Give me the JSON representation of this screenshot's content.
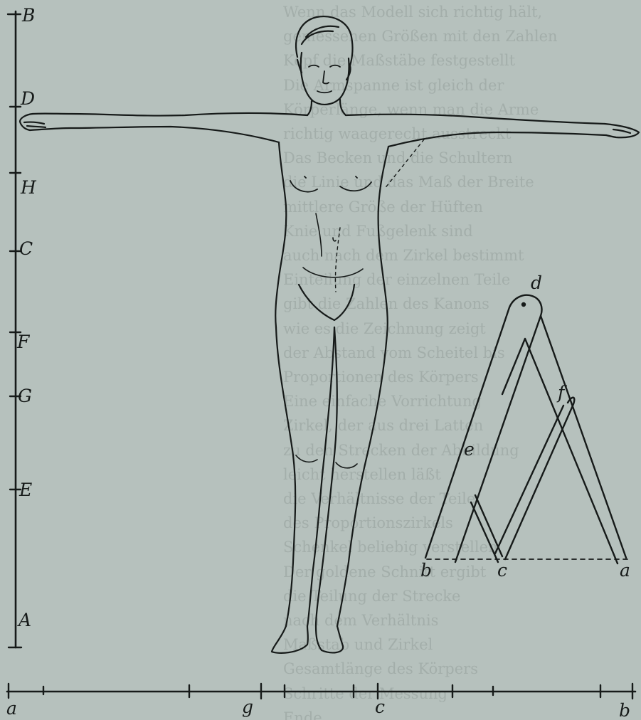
{
  "vertical_scale": {
    "labels": [
      "B",
      "D",
      "H",
      "C",
      "F",
      "G",
      "E",
      "A"
    ]
  },
  "horizontal_scale": {
    "labels": [
      "a",
      "g",
      "c",
      "b"
    ]
  },
  "compass": {
    "labels": [
      "d",
      "f",
      "e",
      "b",
      "c",
      "a"
    ]
  },
  "show_through_text": [
    "Wenn das Modell sich richtig hält,",
    "gemessenen Größen mit den Zahlen",
    "Kopf die Maßstäbe festgestellt",
    "Die Armspanne ist gleich der",
    "Körperlänge, wenn man die Arme",
    "richtig waagerecht ausstreckt",
    "Das Becken und die Schultern",
    "die Linie und das Maß der Breite",
    "mittlere Größe der Hüften",
    "Knie und Fußgelenk sind",
    "auch nach dem Zirkel bestimmt",
    "Einteilung der einzelnen Teile",
    "gibt die Zahlen des Kanons",
    "wie es die Zeichnung zeigt",
    "der Abstand vom Scheitel bis",
    "Proportionen des Körpers",
    "Eine einfache Vorrichtung",
    "Zirkel, der aus drei Latten",
    "zu den Strecken der Abbildung",
    "leicht herstellen läßt",
    "die Verhältnisse der Teile",
    "des Proportionszirkels",
    "Schenkel beliebig verstellen",
    "Der goldene Schnitt ergibt",
    "die Teilung der Strecke",
    "nach dem Verhältnis",
    "Maßstab und Zirkel",
    "Gesamtlänge des Körpers",
    "Schritte der Messung",
    "Ende"
  ]
}
